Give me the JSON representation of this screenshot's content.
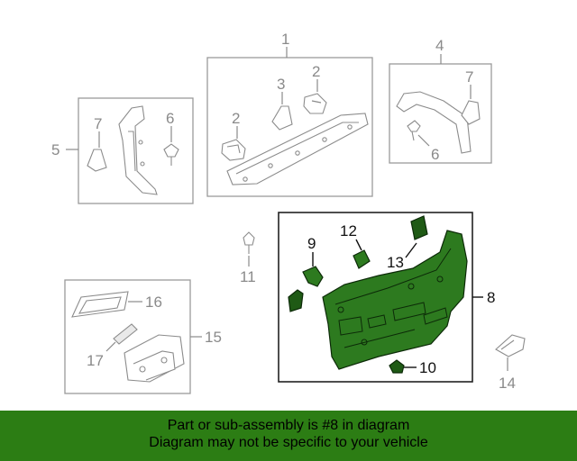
{
  "callouts": [
    {
      "id": "c1",
      "text": "1"
    },
    {
      "id": "c2a",
      "text": "2"
    },
    {
      "id": "c2b",
      "text": "2"
    },
    {
      "id": "c3",
      "text": "3"
    },
    {
      "id": "c4",
      "text": "4"
    },
    {
      "id": "c5",
      "text": "5"
    },
    {
      "id": "c6a",
      "text": "6"
    },
    {
      "id": "c6b",
      "text": "6"
    },
    {
      "id": "c7a",
      "text": "7"
    },
    {
      "id": "c7b",
      "text": "7"
    },
    {
      "id": "c8",
      "text": "8"
    },
    {
      "id": "c9",
      "text": "9"
    },
    {
      "id": "c10",
      "text": "10"
    },
    {
      "id": "c11",
      "text": "11"
    },
    {
      "id": "c12",
      "text": "12"
    },
    {
      "id": "c13",
      "text": "13"
    },
    {
      "id": "c14",
      "text": "14"
    },
    {
      "id": "c15",
      "text": "15"
    },
    {
      "id": "c16",
      "text": "16"
    },
    {
      "id": "c17",
      "text": "17"
    }
  ],
  "banner": {
    "line1": "Part or sub-assembly is #8 in diagram",
    "line2": "Diagram may not be specific to your vehicle"
  },
  "colors": {
    "highlight_part": "#2d7a1f",
    "banner_background": "#2c7d14"
  }
}
